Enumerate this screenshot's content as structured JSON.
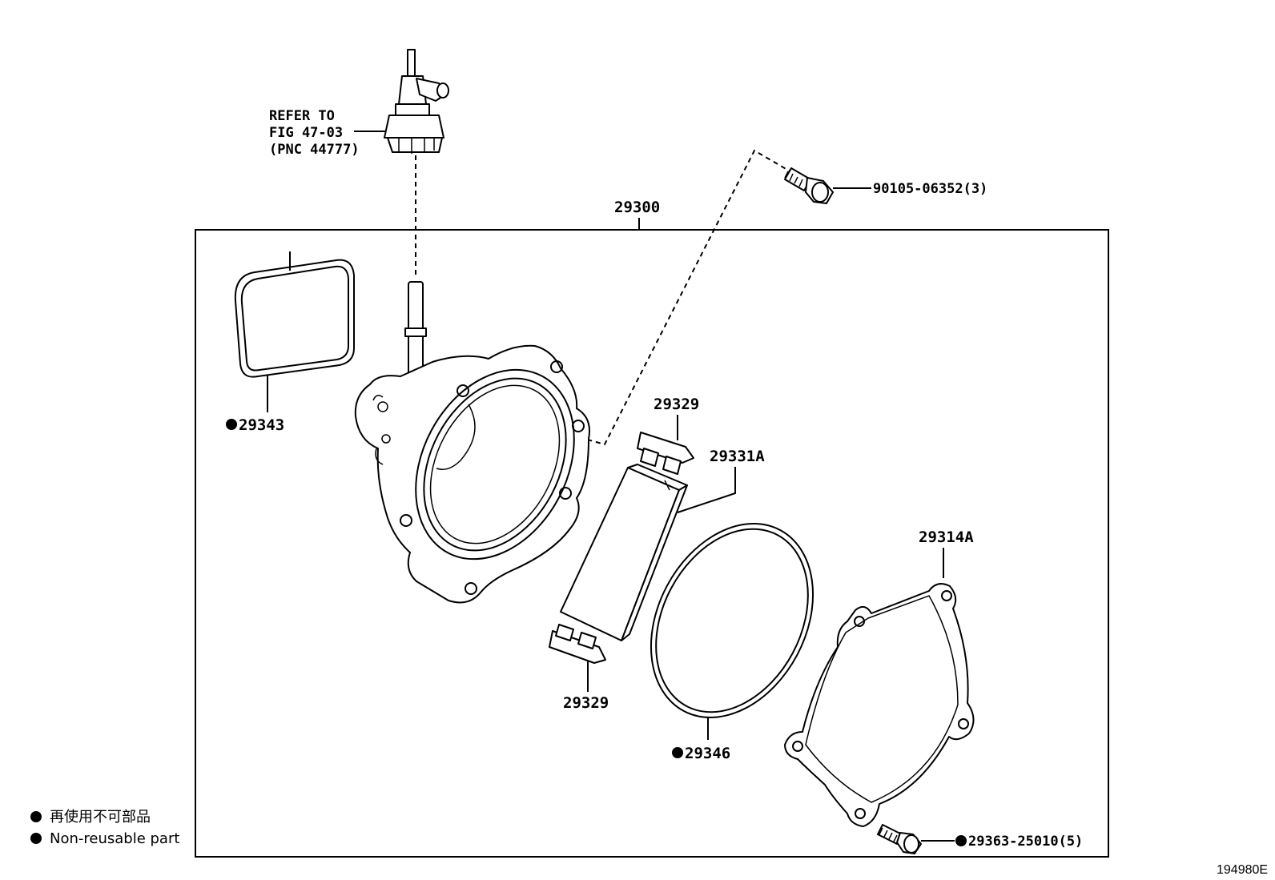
{
  "refer": {
    "line1": "REFER TO",
    "line2": "FIG 47-03",
    "line3": "(PNC 44777)"
  },
  "labels": {
    "assembly": "29300",
    "bolt_top": "90105-06352(3)",
    "gasket_left": "29343",
    "clip_top": "29329",
    "vane": "29331A",
    "clip_bottom": "29329",
    "oring": "29346",
    "cover": "29314A",
    "bolt_bottom": "29363-25010(5)"
  },
  "legend": {
    "japanese": "再使用不可部品",
    "english": "Non-reusable part"
  },
  "figure_id": "194980E"
}
